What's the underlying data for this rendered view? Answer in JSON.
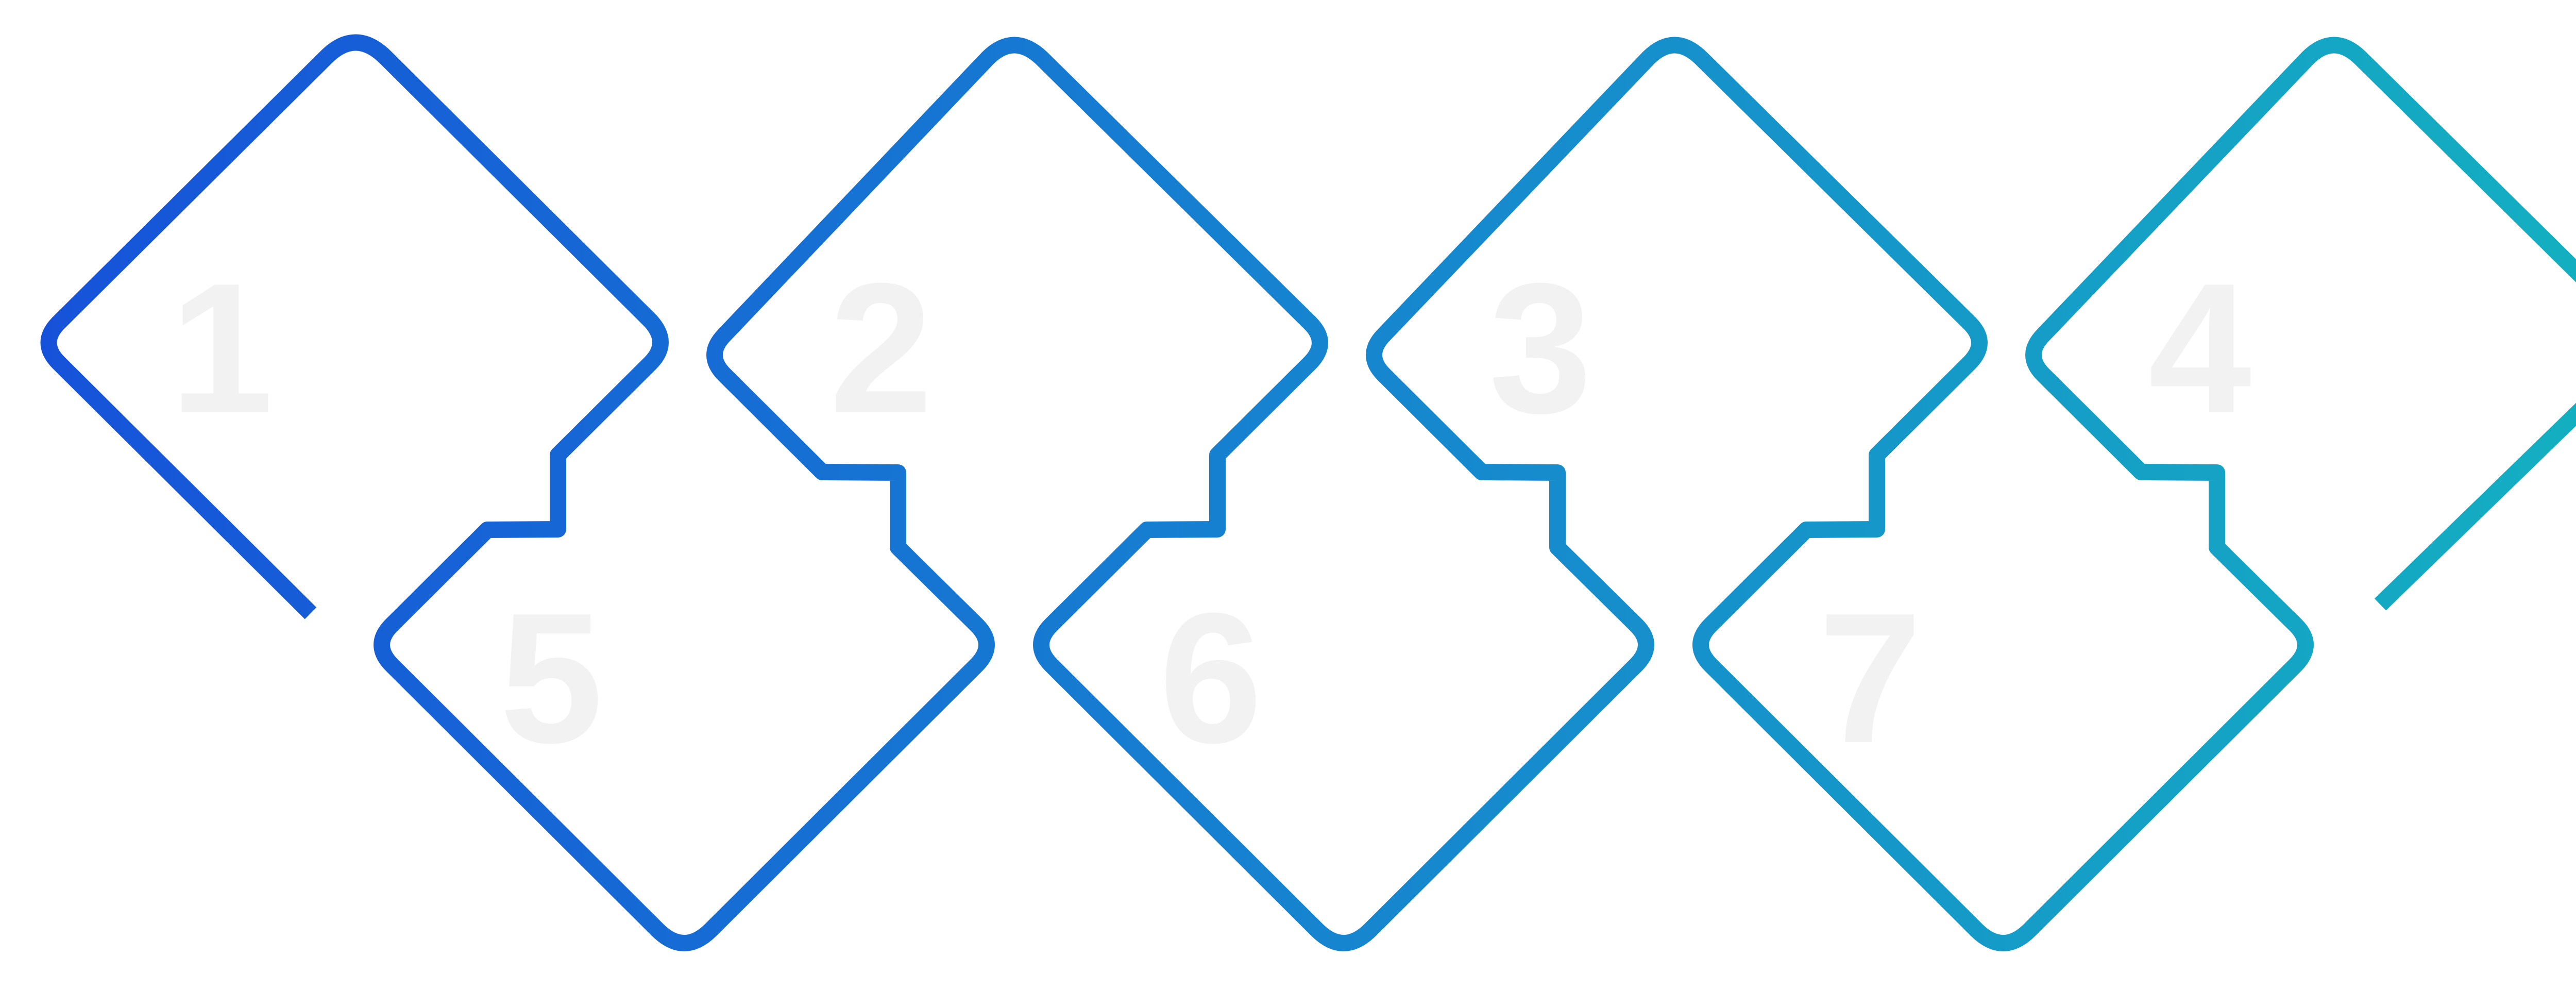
{
  "diagram": {
    "gradient": {
      "start_color": "#1652d9",
      "mid_color": "#1685cf",
      "end_color": "#14b1c0"
    },
    "text_color": "#f2f2f2",
    "steps": [
      {
        "number": "1",
        "title": "",
        "lines": []
      },
      {
        "number": "2",
        "title": "",
        "lines": []
      },
      {
        "number": "3",
        "title": "",
        "lines": []
      },
      {
        "number": "4",
        "title": "",
        "lines": []
      },
      {
        "number": "5",
        "title": "",
        "lines": []
      },
      {
        "number": "6",
        "title": "",
        "lines": []
      },
      {
        "number": "7",
        "title": "",
        "lines": []
      }
    ]
  }
}
